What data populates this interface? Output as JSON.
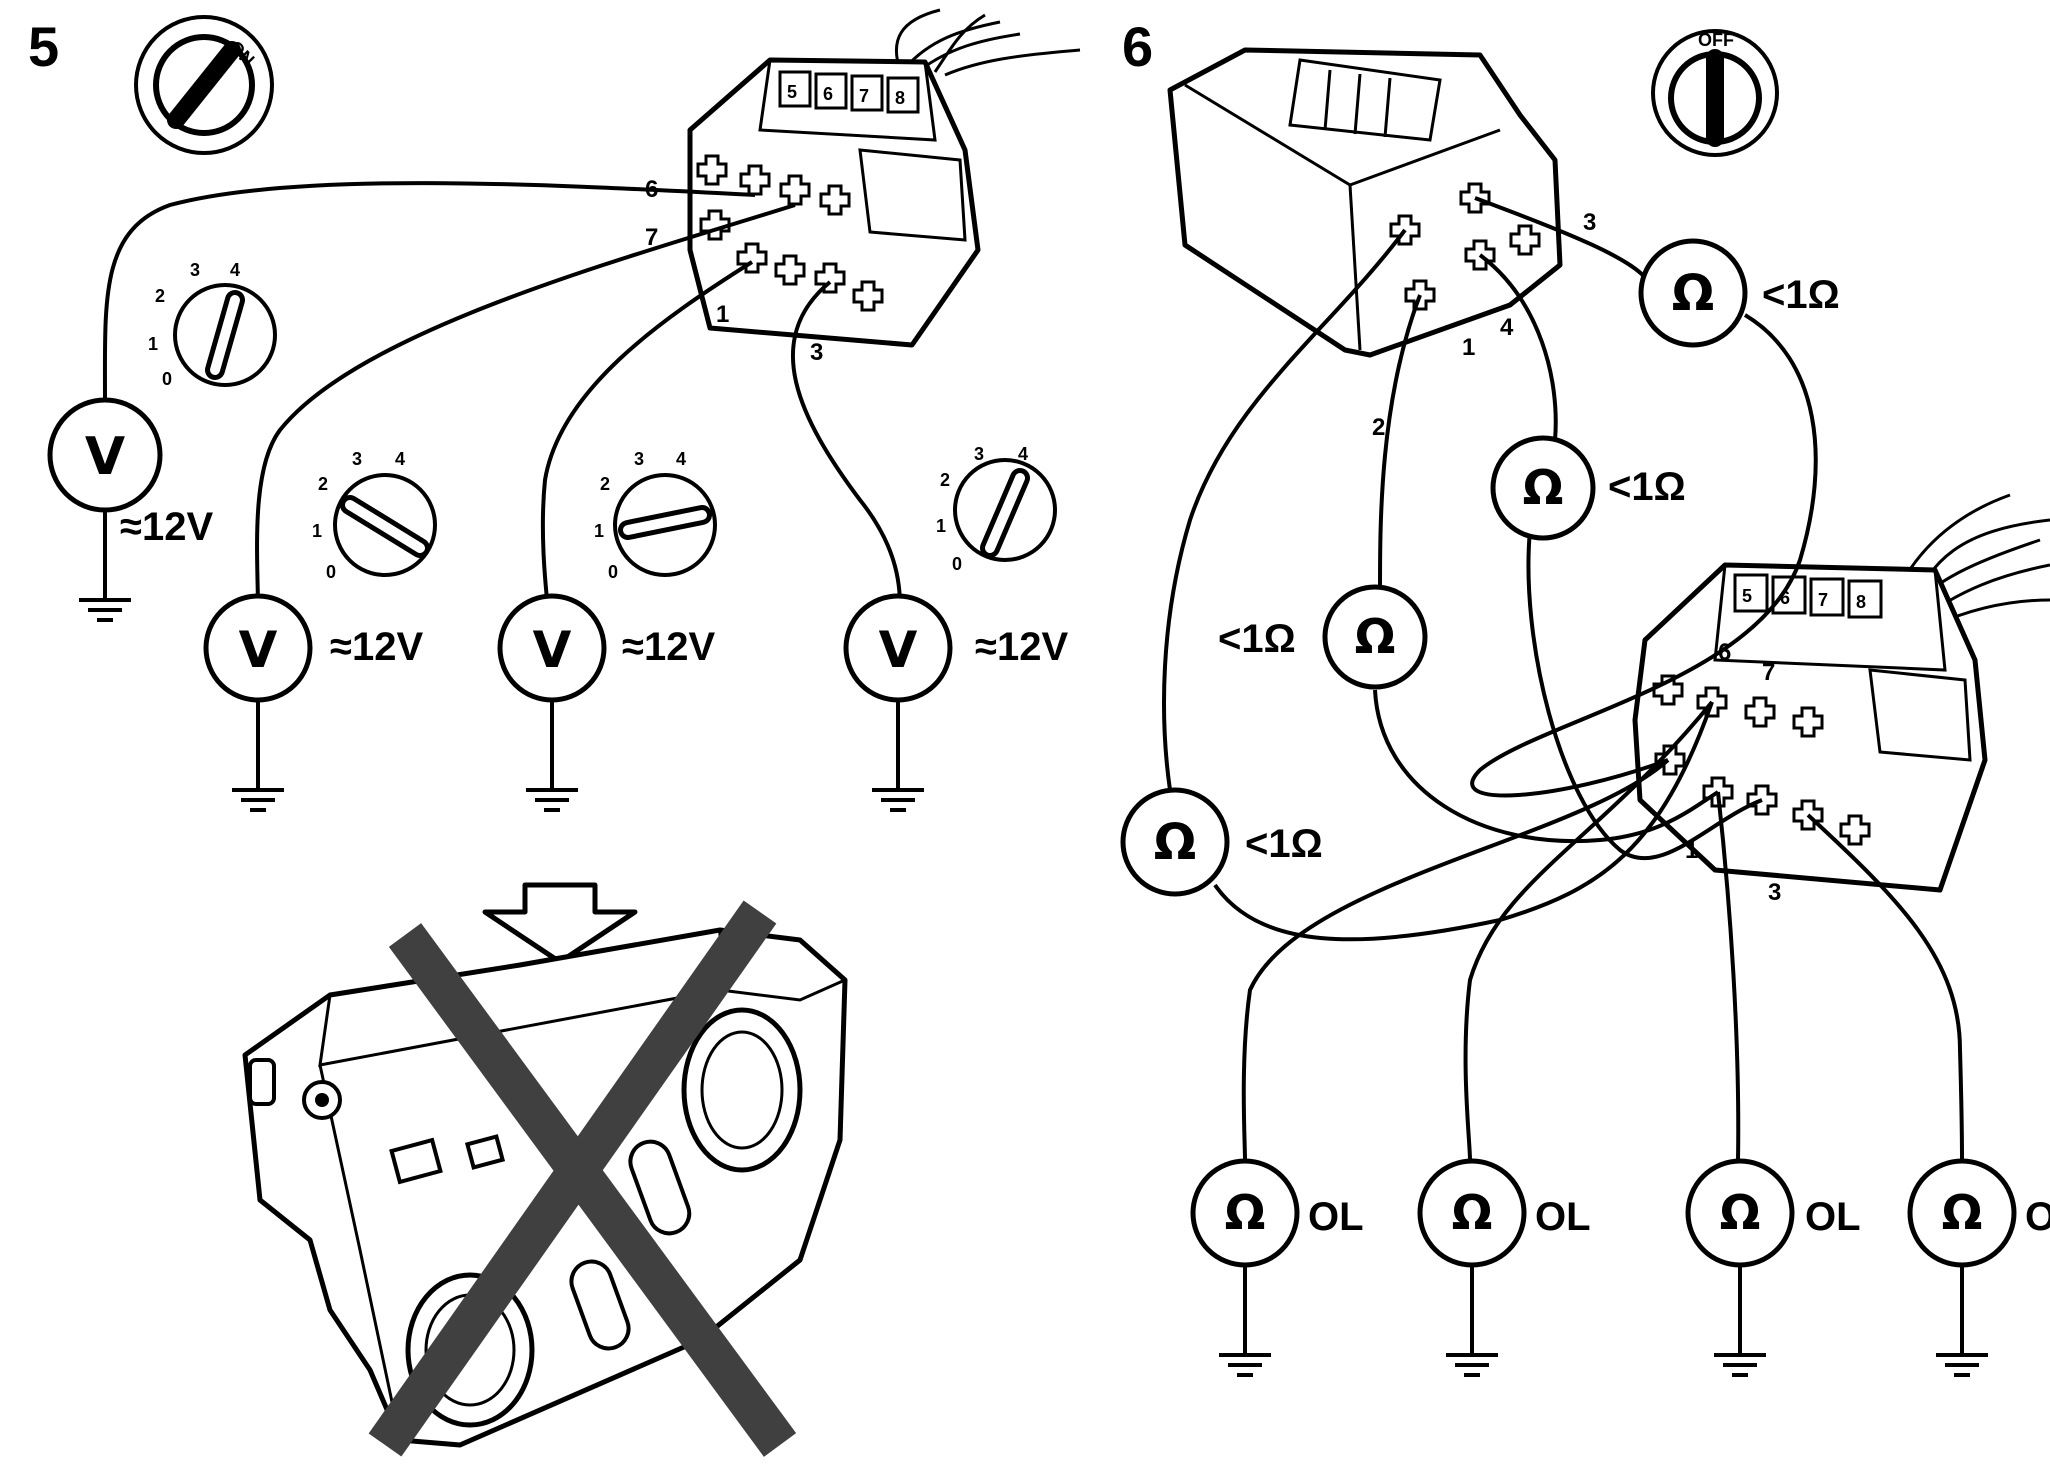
{
  "figure": {
    "step5": {
      "number": "5",
      "key_position": "ON",
      "connector_pins": [
        "6",
        "7",
        "1",
        "3"
      ],
      "connector_tabs": [
        "5",
        "6",
        "7",
        "8"
      ],
      "knob_scale": [
        "0",
        "1",
        "2",
        "3",
        "4"
      ],
      "meters": [
        {
          "symbol": "V",
          "reading": "≈12V"
        },
        {
          "symbol": "V",
          "reading": "≈12V"
        },
        {
          "symbol": "V",
          "reading": "≈12V"
        },
        {
          "symbol": "V",
          "reading": "≈12V"
        }
      ]
    },
    "step6": {
      "number": "6",
      "key_position": "OFF",
      "relay_pins": [
        "3",
        "2",
        "1",
        "4"
      ],
      "connector_pins": [
        "6",
        "7",
        "1",
        "3"
      ],
      "connector_tabs": [
        "5",
        "6",
        "7",
        "8"
      ],
      "continuity_meters": [
        {
          "symbol": "Ω",
          "reading": "<1Ω"
        },
        {
          "symbol": "Ω",
          "reading": "<1Ω"
        },
        {
          "symbol": "Ω",
          "reading": "<1Ω"
        },
        {
          "symbol": "Ω",
          "reading": "<1Ω"
        }
      ],
      "isolation_meters": [
        {
          "symbol": "Ω",
          "reading": "OL"
        },
        {
          "symbol": "Ω",
          "reading": "OL"
        },
        {
          "symbol": "Ω",
          "reading": "OL"
        },
        {
          "symbol": "Ω",
          "reading": "OL"
        }
      ]
    }
  }
}
